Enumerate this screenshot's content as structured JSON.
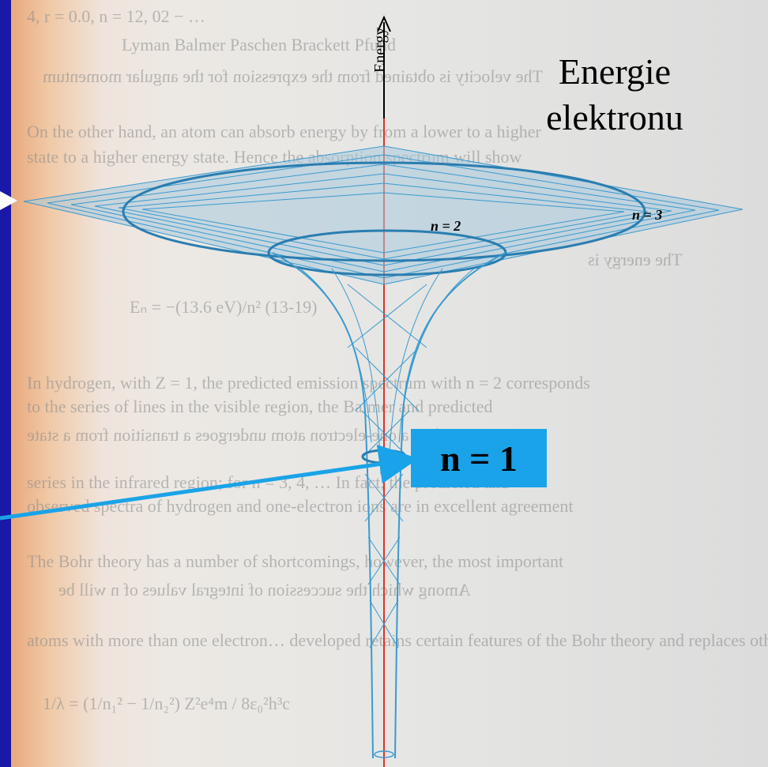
{
  "title": "Energie elektronu",
  "axis": {
    "label": "Energy"
  },
  "levels": [
    {
      "label": "n = 2"
    },
    {
      "label": "n = 3"
    }
  ],
  "callout": {
    "label": "n = 1"
  },
  "colors": {
    "frame": "#1a18a6",
    "mesh": "#3a9ad0",
    "axis": "#d8342a",
    "badge": "#1aa3e8",
    "arrow": "#1aa3e8"
  }
}
